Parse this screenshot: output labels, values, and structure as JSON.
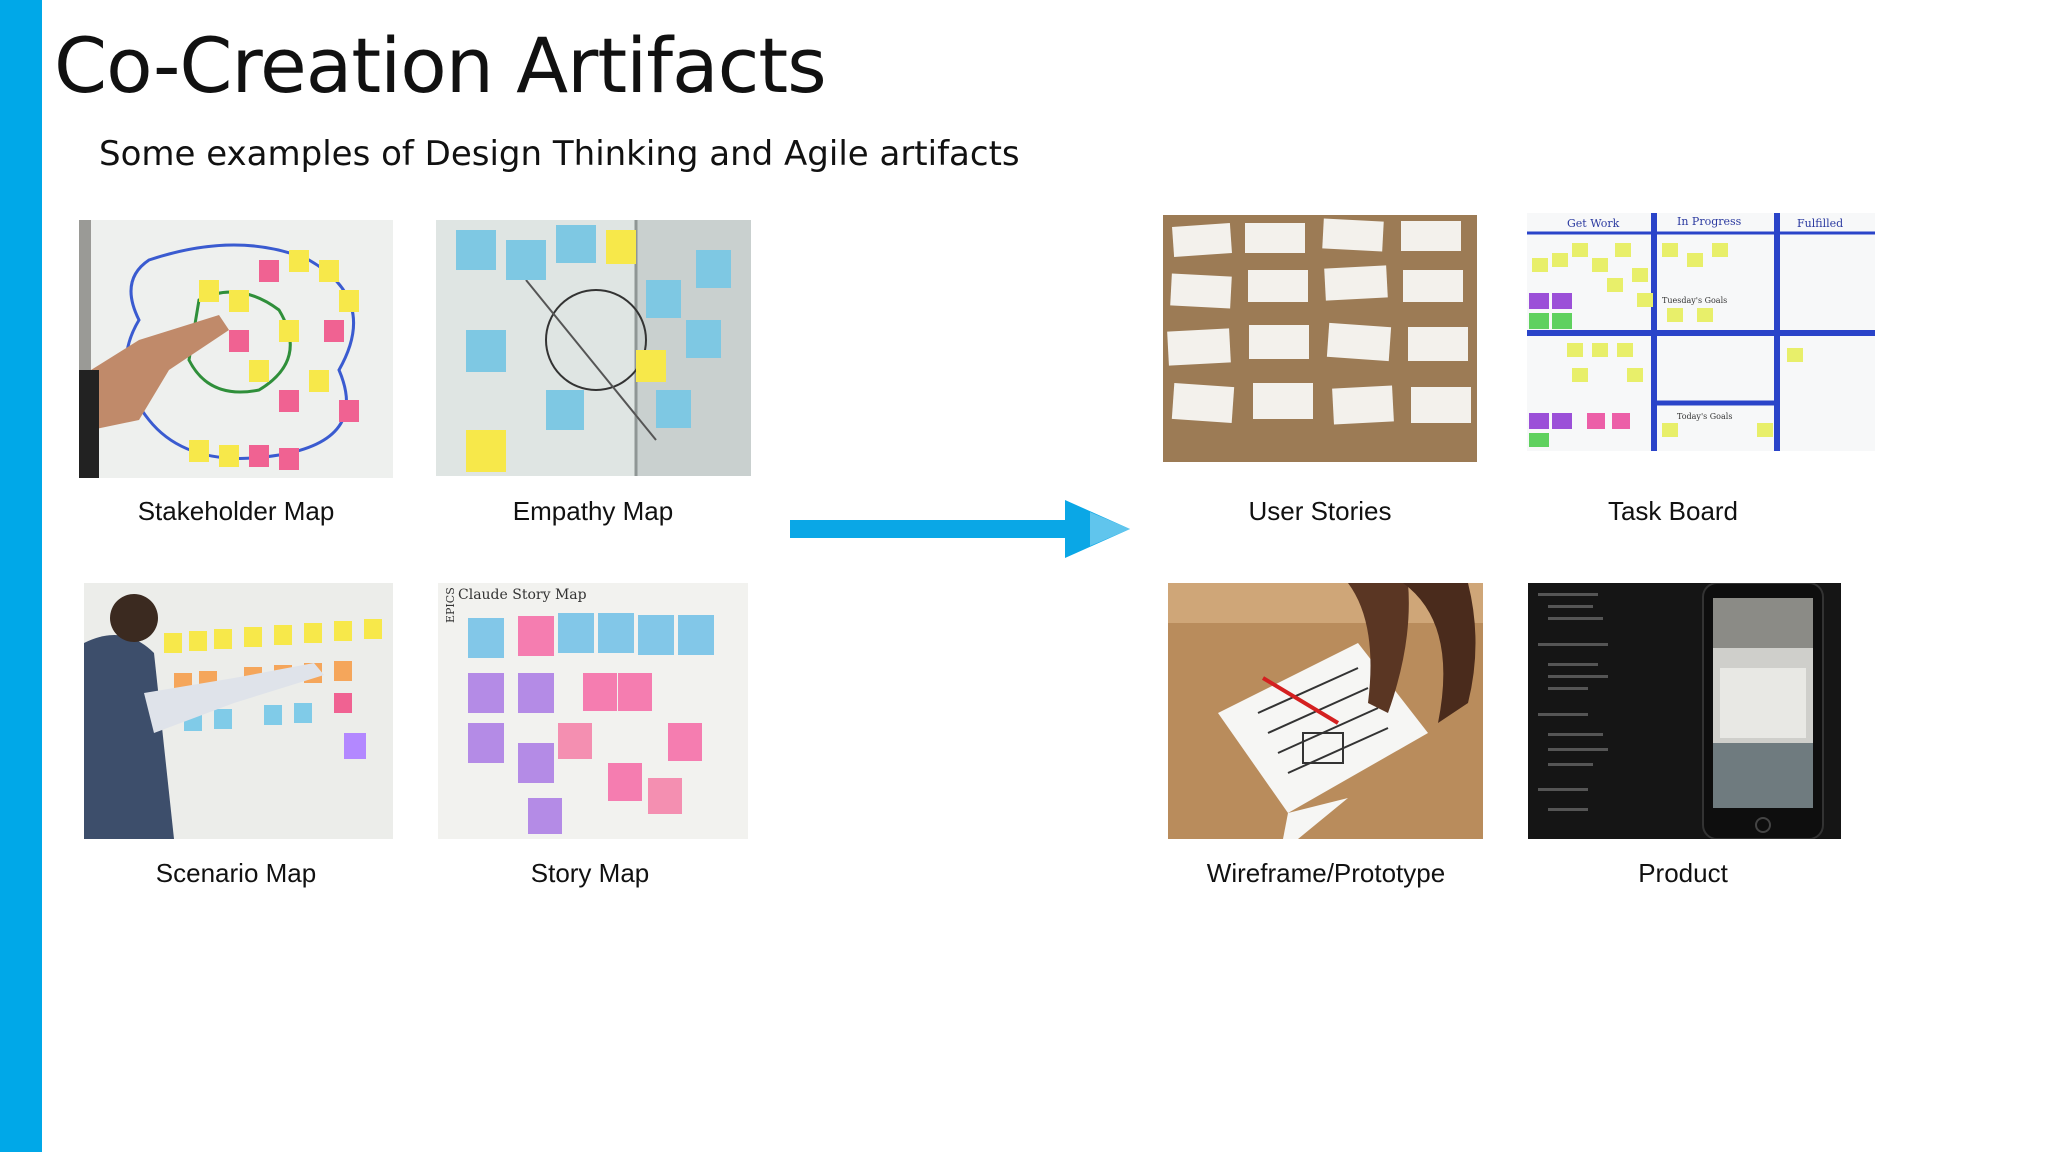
{
  "slide": {
    "title": "Co-Creation Artifacts",
    "subtitle": "Some examples of Design Thinking and Agile artifacts",
    "accent_color": "#00a8e8"
  },
  "design_thinking_artifacts": [
    {
      "caption": "Stakeholder Map"
    },
    {
      "caption": "Empathy Map"
    },
    {
      "caption": "Scenario Map"
    },
    {
      "caption": "Story Map"
    }
  ],
  "agile_artifacts": [
    {
      "caption": "User Stories"
    },
    {
      "caption": "Task Board",
      "column_headers": [
        "Get Work",
        "In Progress",
        "Fulfilled"
      ],
      "row_labels": [
        "Tuesday's Goals",
        "Today's Goals"
      ]
    },
    {
      "caption": "Wireframe/Prototype"
    },
    {
      "caption": "Product"
    }
  ],
  "story_map_photo": {
    "handwriting": "Claude Story Map",
    "side_label": "EPICS"
  },
  "transition": {
    "icon": "arrow-right-icon"
  }
}
